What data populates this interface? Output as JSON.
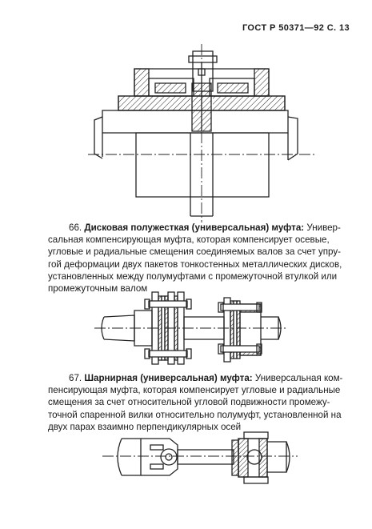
{
  "header": {
    "text": "ГОСТ Р 50371—92 С. 13"
  },
  "items": [
    {
      "number": "66.",
      "term": "Дисковая полужесткая (универсальная) муфта:",
      "lines": [
        "Универ-",
        "сальная компенсирующая муфта, которая компенсирует  осевые,",
        "угловые и радиальные смещения соединяемых валов за счет упру-",
        "гой деформации двух пакетов тонкостенных металлических дисков,",
        "установленных между полумуфтами с промежуточной втулкой или",
        "промежуточным валом"
      ]
    },
    {
      "number": "67.",
      "term": "Шарнирная (универсальная) муфта:",
      "lines": [
        "Универсальная ком-",
        "пенсирующая муфта, которая компенсирует угловые и радиальные",
        "смещения за счет относительной угловой подвижности промежу-",
        "точной спаренной вилки относительно полумуфт, установленной на",
        "двух парах взаимно перпендикулярных осей"
      ]
    }
  ]
}
